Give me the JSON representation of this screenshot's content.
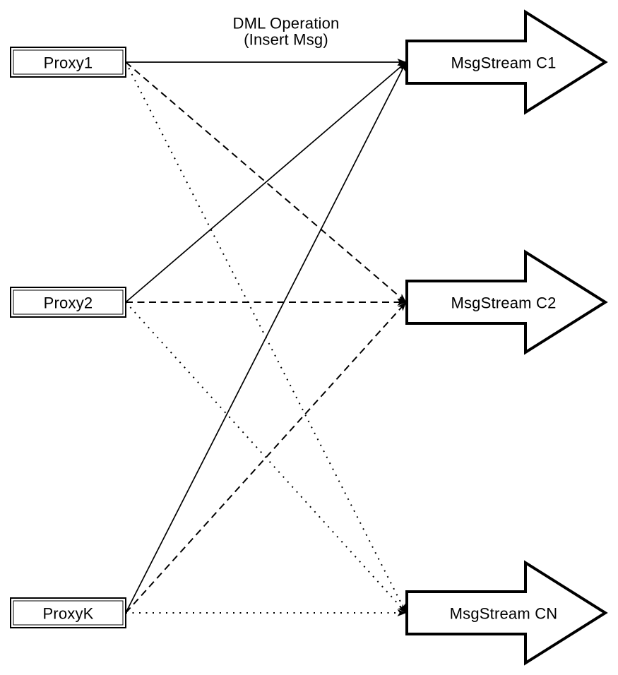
{
  "diagram": {
    "background": "#ffffff",
    "colors": {
      "stroke": "#000000",
      "fill": "#ffffff"
    },
    "annotation": {
      "line1": "DML Operation",
      "line2": "(Insert Msg)"
    },
    "proxies": [
      {
        "id": "proxy1",
        "label": "Proxy1"
      },
      {
        "id": "proxy2",
        "label": "Proxy2"
      },
      {
        "id": "proxyk",
        "label": "ProxyK"
      }
    ],
    "streams": [
      {
        "id": "c1",
        "label": "MsgStream C1"
      },
      {
        "id": "c2",
        "label": "MsgStream C2"
      },
      {
        "id": "cn",
        "label": "MsgStream CN"
      }
    ],
    "edges": [
      {
        "from": "proxy1",
        "to": "c1",
        "style": "solid"
      },
      {
        "from": "proxy2",
        "to": "c1",
        "style": "solid"
      },
      {
        "from": "proxyk",
        "to": "c1",
        "style": "solid"
      },
      {
        "from": "proxy1",
        "to": "c2",
        "style": "dashed"
      },
      {
        "from": "proxy2",
        "to": "c2",
        "style": "dashed"
      },
      {
        "from": "proxyk",
        "to": "c2",
        "style": "dashed"
      },
      {
        "from": "proxy1",
        "to": "cn",
        "style": "dotted"
      },
      {
        "from": "proxy2",
        "to": "cn",
        "style": "dotted"
      },
      {
        "from": "proxyk",
        "to": "cn",
        "style": "dotted"
      }
    ]
  }
}
